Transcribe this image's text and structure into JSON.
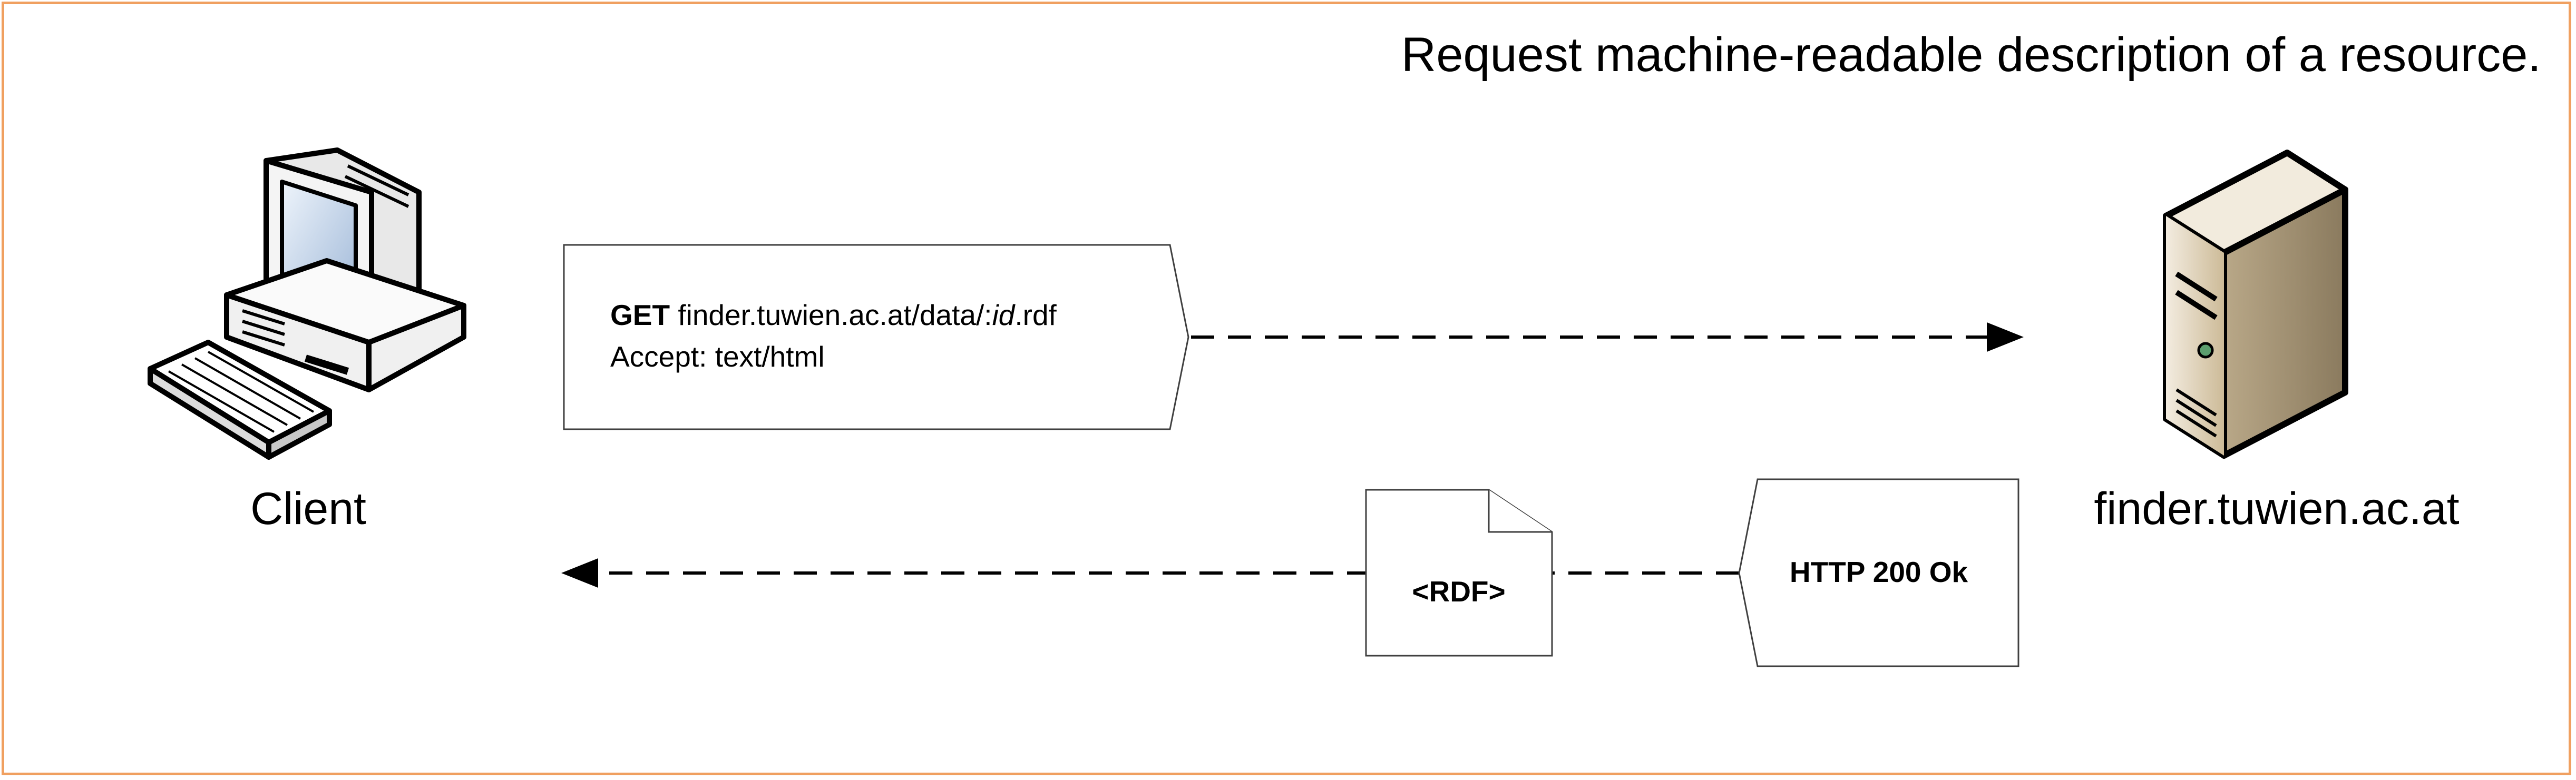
{
  "title": "Request machine-readable description of a resource.",
  "nodes": {
    "client": {
      "label": "Client",
      "icon": "desktop-computer-icon"
    },
    "server": {
      "label": "finder.tuwien.ac.at",
      "icon": "server-tower-icon"
    }
  },
  "request": {
    "method": "GET",
    "url_before_id": "finder.tuwien.ac.at/data/:",
    "url_id": "id",
    "url_after_id": ".rdf",
    "accept_header": "Accept: text/html"
  },
  "response": {
    "status": "HTTP 200 Ok",
    "document": "<RDF>",
    "document_icon": "document-page-icon"
  },
  "colors": {
    "frame": "#f0a060",
    "server_body": "#d9ccb0",
    "screen": "#c9d9ee"
  }
}
